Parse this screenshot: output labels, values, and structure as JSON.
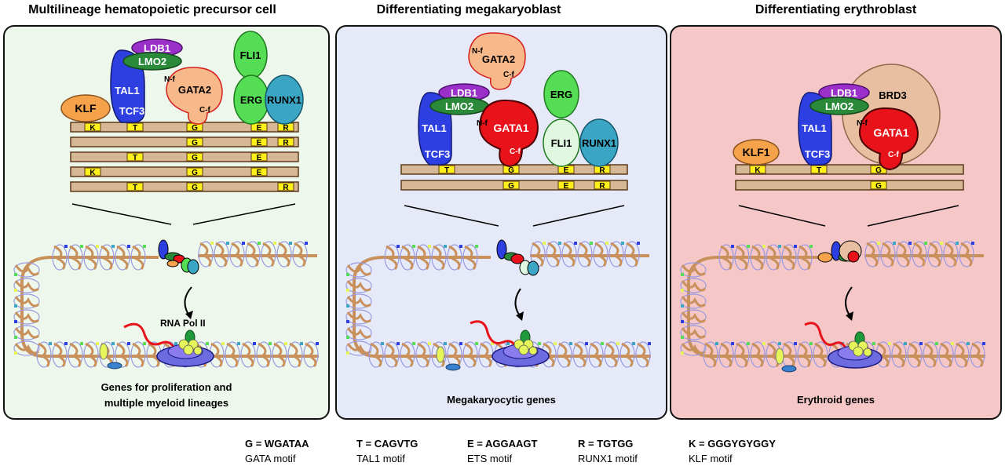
{
  "panels": [
    {
      "title": "Multilineage hematopoietic precursor cell",
      "caption_line1": "Genes for proliferation and",
      "caption_line2": "multiple myeloid lineages",
      "polymerase_label": "RNA Pol II",
      "factors": {
        "klf": "KLF",
        "ldb1": "LDB1",
        "lmo2": "LMO2",
        "tal1": "TAL1",
        "tcf3": "TCF3",
        "gata": "GATA2",
        "fli1": "FLI1",
        "erg": "ERG",
        "runx1": "RUNX1",
        "nf": "N-f",
        "cf": "C-f"
      },
      "motif_rows": [
        [
          "K",
          "T",
          "G",
          "E",
          "R"
        ],
        [
          "G",
          "E",
          "R"
        ],
        [
          "T",
          "G",
          "E"
        ],
        [
          "K",
          "G",
          "E"
        ],
        [
          "T",
          "G",
          "R"
        ]
      ]
    },
    {
      "title": "Differentiating megakaryoblast",
      "caption_line1": "Megakaryocytic genes",
      "factors": {
        "gata_top": "GATA2",
        "ldb1": "LDB1",
        "lmo2": "LMO2",
        "tal1": "TAL1",
        "tcf3": "TCF3",
        "gata": "GATA1",
        "erg": "ERG",
        "fli1": "FLI1",
        "runx1": "RUNX1",
        "nf": "N-f",
        "cf": "C-f"
      },
      "motif_rows": [
        [
          "T",
          "G",
          "E",
          "R"
        ],
        [
          "G",
          "E",
          "R"
        ]
      ]
    },
    {
      "title": "Differentiating erythroblast",
      "caption_line1": "Erythroid genes",
      "factors": {
        "klf": "KLF1",
        "ldb1": "LDB1",
        "lmo2": "LMO2",
        "tal1": "TAL1",
        "tcf3": "TCF3",
        "brd3": "BRD3",
        "gata": "GATA1",
        "nf": "N-f",
        "cf": "C-f"
      },
      "motif_rows": [
        [
          "K",
          "T",
          "G"
        ],
        [
          "G"
        ]
      ]
    }
  ],
  "legend": [
    {
      "code": "G = WGATAA",
      "name": "GATA motif"
    },
    {
      "code": "T = CAGVTG",
      "name": "TAL1 motif"
    },
    {
      "code": "E = AGGAAGT",
      "name": "ETS motif"
    },
    {
      "code": "R = TGTGG",
      "name": "RUNX1 motif"
    },
    {
      "code": "K = GGGYGYGGY",
      "name": "KLF motif"
    }
  ],
  "colors": {
    "dna_bar": "#d7b896",
    "motif_box": "#ffef1a",
    "tal1": "#2d3fe0",
    "ldb1": "#9b2fc9",
    "lmo2": "#2a8a3a",
    "gata2": "#f7b88a",
    "gata1": "#e8121b",
    "klf": "#f5a24a",
    "fli1_p1": "#55dd55",
    "fli1_p2": "#e0f7e0",
    "erg": "#55dd55",
    "runx1": "#3aa6c4",
    "brd3": "#e8bfa0"
  }
}
